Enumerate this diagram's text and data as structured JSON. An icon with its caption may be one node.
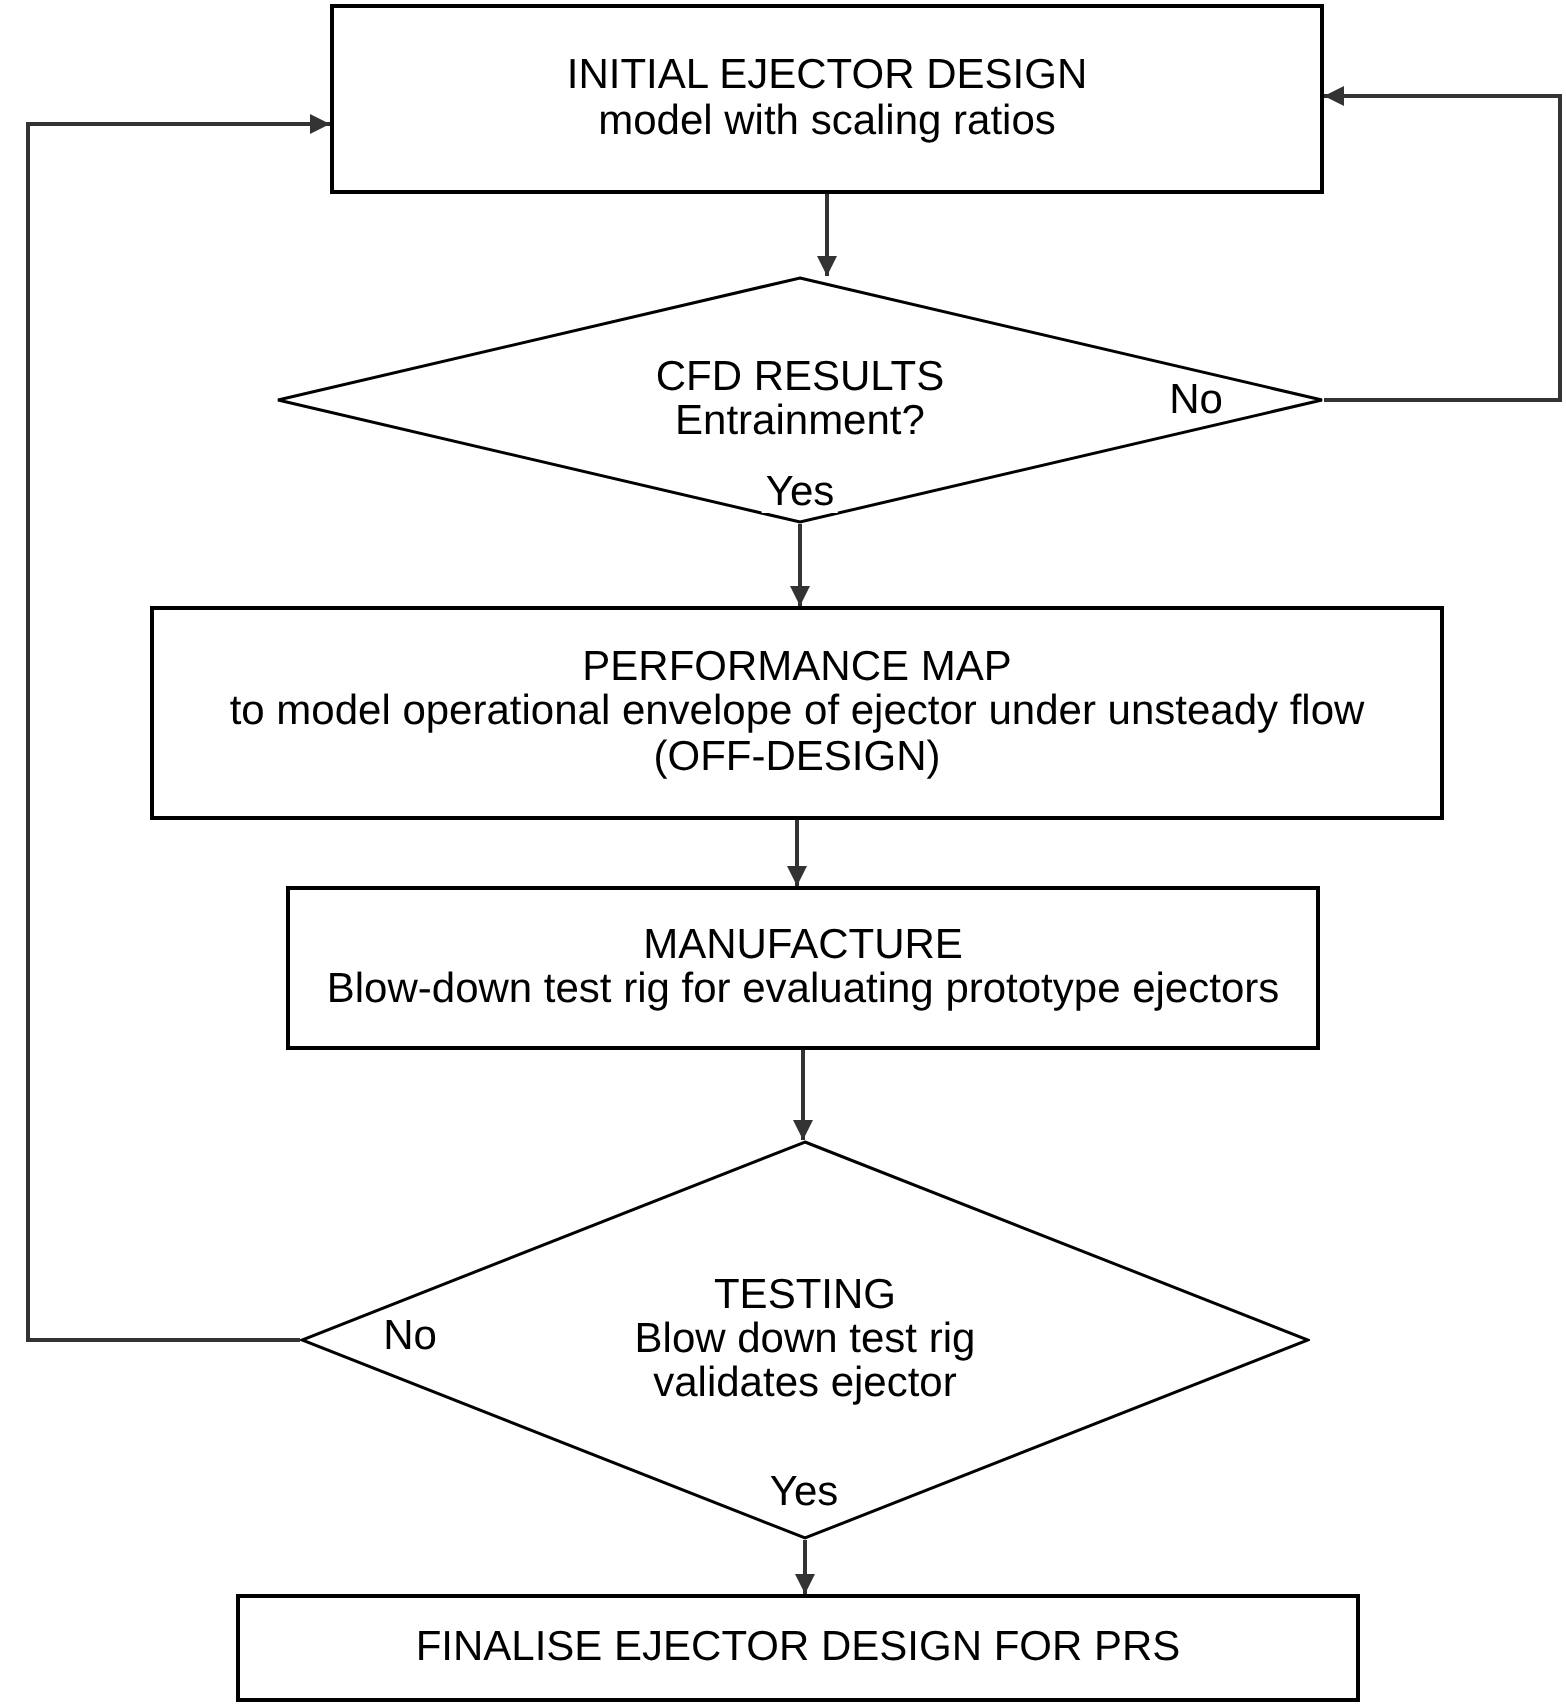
{
  "diagram": {
    "nodes": [
      {
        "text": [
          "INITIAL EJECTOR DESIGN",
          "model with scaling ratios"
        ]
      },
      {
        "text": [
          "CFD RESULTS",
          "Entrainment?"
        ]
      },
      {
        "text": [
          "PERFORMANCE MAP",
          "to model operational envelope of ejector under unsteady flow (OFF-DESIGN)"
        ]
      },
      {
        "text": [
          "MANUFACTURE",
          "Blow-down test rig for evaluating prototype ejectors"
        ]
      },
      {
        "text": [
          "TESTING",
          "Blow down test rig validates ejector"
        ]
      },
      {
        "text": [
          "FINALISE EJECTOR DESIGN FOR PRS"
        ]
      }
    ],
    "edges": [
      {
        "from": 0,
        "to": 1,
        "arrow": "to"
      },
      {
        "from": 1,
        "to": 0,
        "arrow": "to",
        "label": "No"
      },
      {
        "from": 1,
        "to": 2,
        "arrow": "to",
        "label": "Yes"
      },
      {
        "from": 2,
        "to": 3,
        "arrow": "to"
      },
      {
        "from": 3,
        "to": 4,
        "arrow": "to"
      },
      {
        "from": 4,
        "to": 0,
        "arrow": "to",
        "label": "No"
      },
      {
        "from": 4,
        "to": 5,
        "arrow": "to",
        "label": "Yes"
      }
    ]
  }
}
